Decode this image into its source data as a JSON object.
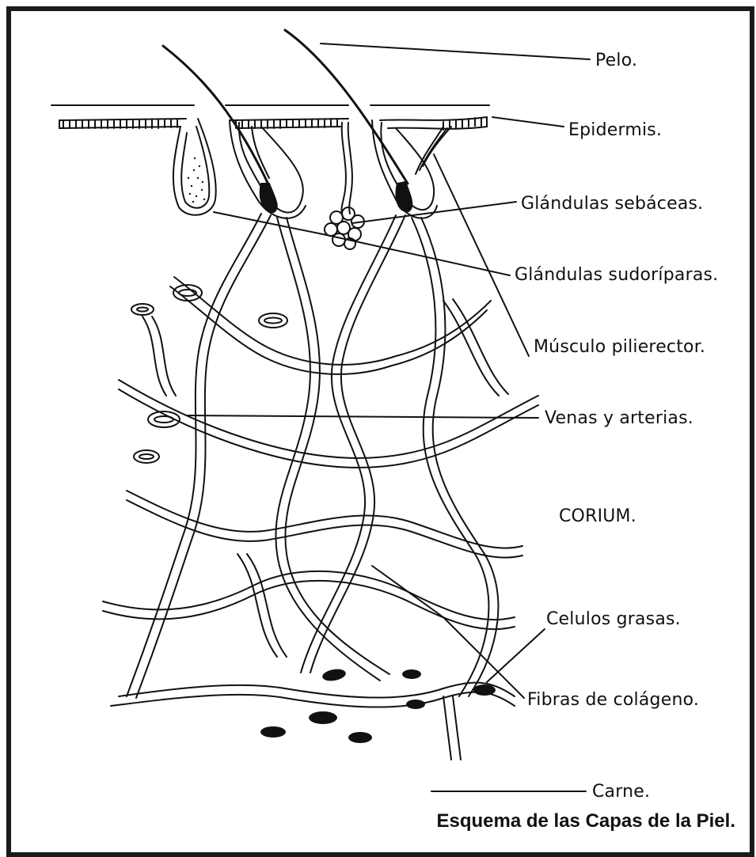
{
  "figure": {
    "labels": {
      "pelo": "Pelo.",
      "epidermis": "Epidermis.",
      "glandulas_sebaceas": "Glándulas sebáceas.",
      "glandulas_sudoriparas": "Glándulas sudoríparas.",
      "musculo_pilierector": "Músculo pilierector.",
      "venas_arterias": "Venas y arterias.",
      "corium": "CORIUM.",
      "celulas_grasas": "Celulos grasas.",
      "fibras_colageno": "Fibras de colágeno.",
      "carne": "Carne."
    },
    "caption": "Esquema de las Capas de la Piel."
  },
  "colors": {
    "ink": "#111111",
    "paper": "#ffffff",
    "frame": "#1a1a1a"
  }
}
